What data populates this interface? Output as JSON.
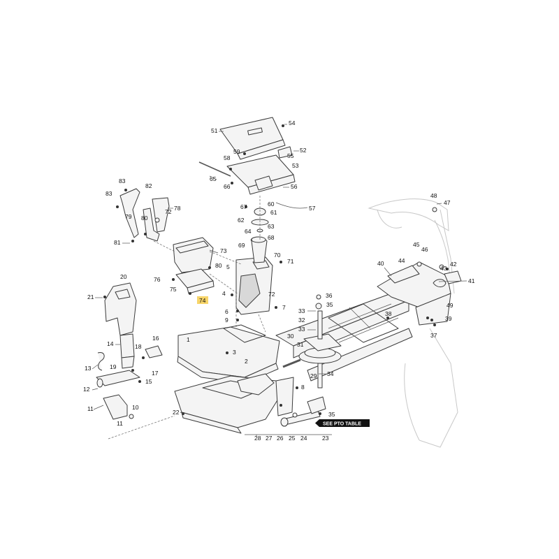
{
  "callouts": [
    {
      "id": "c1",
      "label": "1"
    },
    {
      "id": "c2",
      "label": "2"
    },
    {
      "id": "c3",
      "label": "3"
    },
    {
      "id": "c4",
      "label": "4"
    },
    {
      "id": "c5",
      "label": "5"
    },
    {
      "id": "c6",
      "label": "6"
    },
    {
      "id": "c7",
      "label": "7"
    },
    {
      "id": "c8",
      "label": "8"
    },
    {
      "id": "c9",
      "label": "9"
    },
    {
      "id": "c10",
      "label": "10"
    },
    {
      "id": "c11a",
      "label": "11"
    },
    {
      "id": "c11b",
      "label": "11"
    },
    {
      "id": "c12",
      "label": "12"
    },
    {
      "id": "c13",
      "label": "13"
    },
    {
      "id": "c14",
      "label": "14"
    },
    {
      "id": "c15",
      "label": "15"
    },
    {
      "id": "c16",
      "label": "16"
    },
    {
      "id": "c17",
      "label": "17"
    },
    {
      "id": "c18",
      "label": "18"
    },
    {
      "id": "c19",
      "label": "19"
    },
    {
      "id": "c20",
      "label": "20"
    },
    {
      "id": "c21",
      "label": "21"
    },
    {
      "id": "c22",
      "label": "22"
    },
    {
      "id": "c23",
      "label": "23"
    },
    {
      "id": "c24",
      "label": "24"
    },
    {
      "id": "c25",
      "label": "25"
    },
    {
      "id": "c26",
      "label": "26"
    },
    {
      "id": "c27",
      "label": "27"
    },
    {
      "id": "c28",
      "label": "28"
    },
    {
      "id": "c29",
      "label": "29"
    },
    {
      "id": "c30",
      "label": "30"
    },
    {
      "id": "c31",
      "label": "31"
    },
    {
      "id": "c32",
      "label": "32"
    },
    {
      "id": "c33a",
      "label": "33"
    },
    {
      "id": "c33b",
      "label": "33"
    },
    {
      "id": "c34",
      "label": "34"
    },
    {
      "id": "c35a",
      "label": "35"
    },
    {
      "id": "c35b",
      "label": "35"
    },
    {
      "id": "c36",
      "label": "36"
    },
    {
      "id": "c37",
      "label": "37"
    },
    {
      "id": "c38",
      "label": "38"
    },
    {
      "id": "c39",
      "label": "39"
    },
    {
      "id": "c40",
      "label": "40"
    },
    {
      "id": "c41",
      "label": "41"
    },
    {
      "id": "c42",
      "label": "42"
    },
    {
      "id": "c43",
      "label": "43"
    },
    {
      "id": "c44",
      "label": "44"
    },
    {
      "id": "c45",
      "label": "45"
    },
    {
      "id": "c46",
      "label": "46"
    },
    {
      "id": "c47",
      "label": "47"
    },
    {
      "id": "c48",
      "label": "48"
    },
    {
      "id": "c49",
      "label": "49"
    },
    {
      "id": "c51",
      "label": "51"
    },
    {
      "id": "c52",
      "label": "52"
    },
    {
      "id": "c53",
      "label": "53"
    },
    {
      "id": "c54",
      "label": "54"
    },
    {
      "id": "c55",
      "label": "55"
    },
    {
      "id": "c56",
      "label": "56"
    },
    {
      "id": "c57",
      "label": "57"
    },
    {
      "id": "c58",
      "label": "58"
    },
    {
      "id": "c59",
      "label": "59"
    },
    {
      "id": "c60",
      "label": "60"
    },
    {
      "id": "c61",
      "label": "61"
    },
    {
      "id": "c62",
      "label": "62"
    },
    {
      "id": "c63",
      "label": "63"
    },
    {
      "id": "c64",
      "label": "64"
    },
    {
      "id": "c65",
      "label": "65"
    },
    {
      "id": "c66",
      "label": "66"
    },
    {
      "id": "c67",
      "label": "67"
    },
    {
      "id": "c68",
      "label": "68"
    },
    {
      "id": "c69",
      "label": "69"
    },
    {
      "id": "c70",
      "label": "70"
    },
    {
      "id": "c71",
      "label": "71"
    },
    {
      "id": "c72a",
      "label": "72"
    },
    {
      "id": "c72b",
      "label": "72"
    },
    {
      "id": "c73",
      "label": "73"
    },
    {
      "id": "c74",
      "label": "74"
    },
    {
      "id": "c75",
      "label": "75"
    },
    {
      "id": "c76",
      "label": "76"
    },
    {
      "id": "c78",
      "label": "78"
    },
    {
      "id": "c79",
      "label": "79"
    },
    {
      "id": "c80a",
      "label": "80"
    },
    {
      "id": "c80b",
      "label": "80"
    },
    {
      "id": "c81",
      "label": "81"
    },
    {
      "id": "c82",
      "label": "82"
    },
    {
      "id": "c83a",
      "label": "83"
    },
    {
      "id": "c83b",
      "label": "83"
    }
  ],
  "highlight": {
    "label": "74",
    "color": "#f7d56a"
  },
  "reference_tag": {
    "label": "SEE PTO TABLE"
  }
}
